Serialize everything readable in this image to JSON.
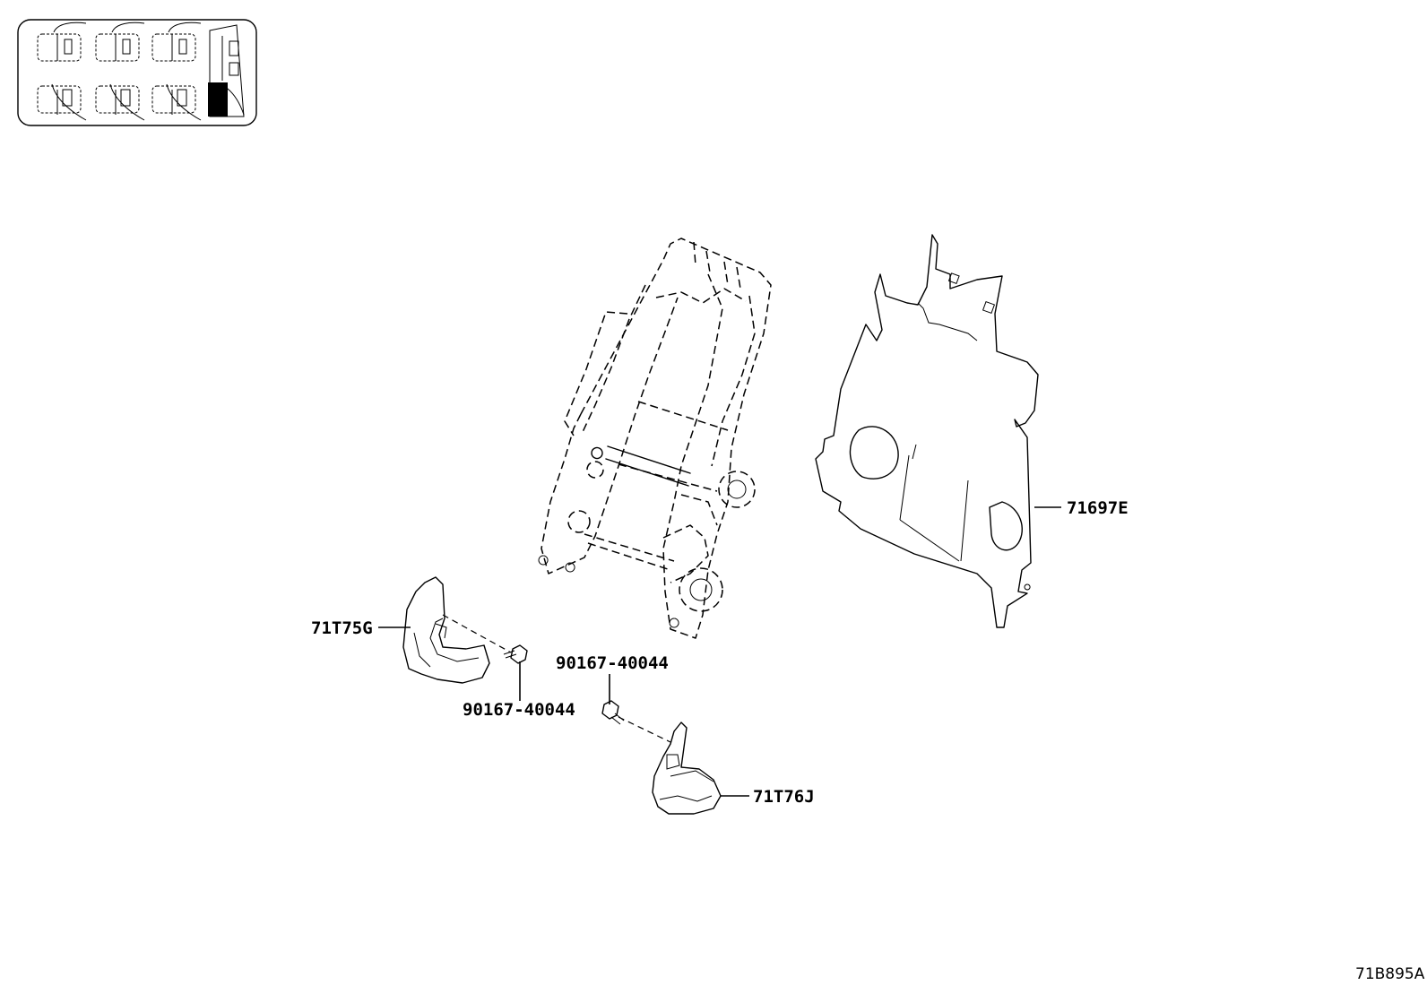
{
  "callouts": [
    {
      "part": "71697E"
    },
    {
      "part": "71T75G"
    },
    {
      "part": "90167-40044"
    },
    {
      "part": "90167-40044"
    },
    {
      "part": "71T76J"
    }
  ],
  "diagram_id": "71B895A"
}
